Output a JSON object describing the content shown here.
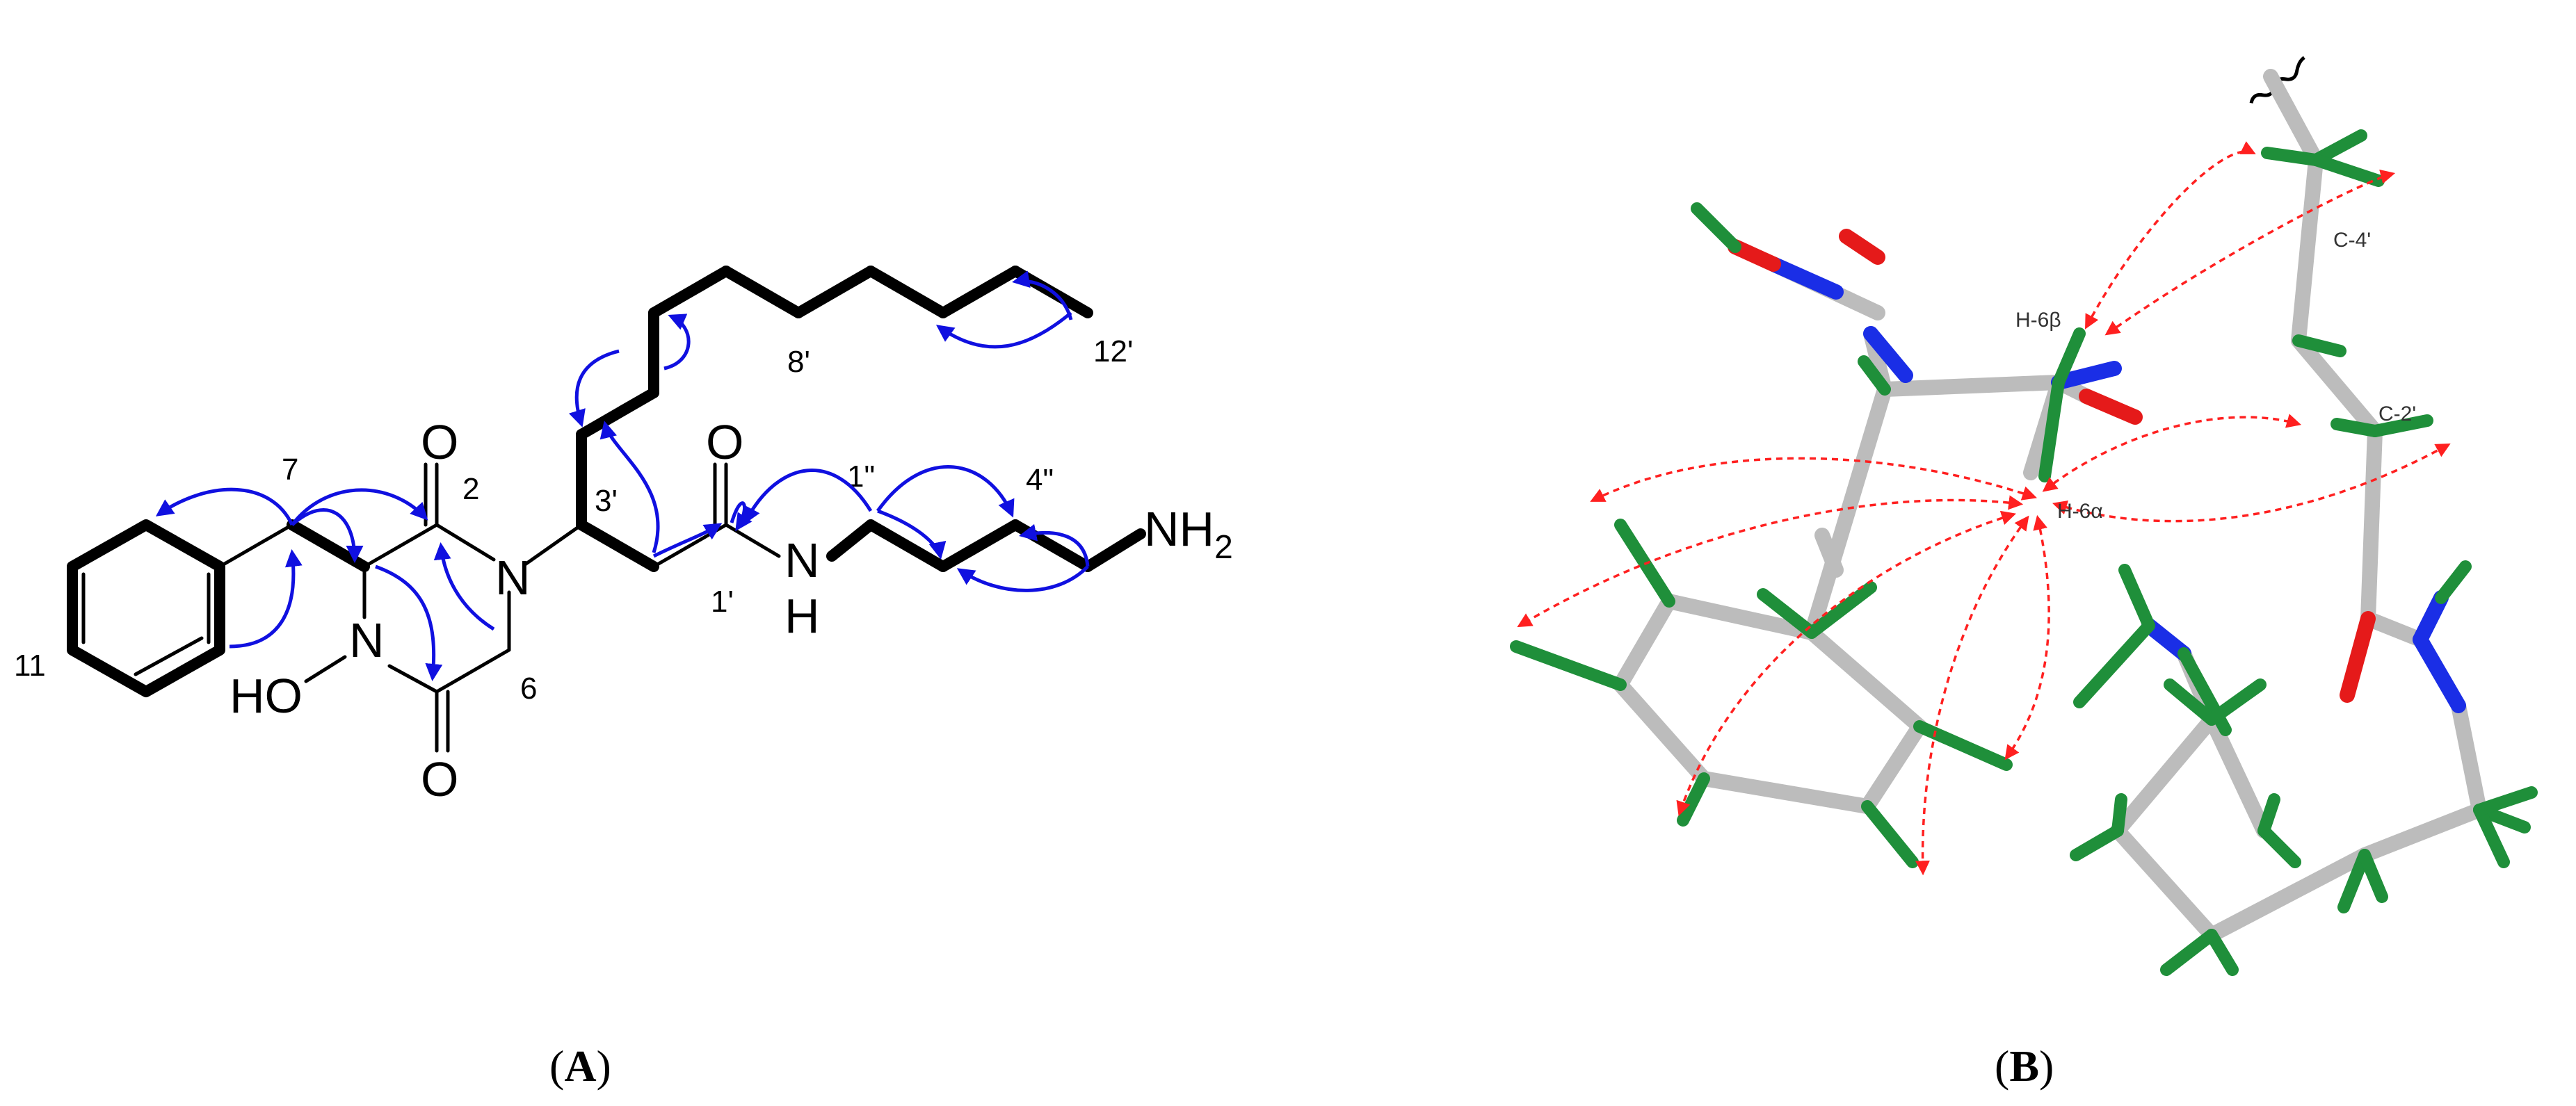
{
  "panels": {
    "a": {
      "label_open": "(",
      "letter": "A",
      "label_close": ")"
    },
    "b": {
      "label_open": "(",
      "letter": "B",
      "label_close": ")"
    }
  },
  "structure_2d": {
    "atoms": {
      "o_top": "O",
      "o_bottom": "O",
      "n_ring_right": "N",
      "n_ring_left": "N",
      "ho": "HO",
      "o_amide": "O",
      "n_amide": "N",
      "h_amide": "H",
      "nh2_main": "NH",
      "nh2_sub": "2"
    },
    "numbering": {
      "c7": "7",
      "c2": "2",
      "c6": "6",
      "c11": "11",
      "c3p": "3'",
      "c1p": "1'",
      "c8p": "8'",
      "c12p": "12'",
      "c1pp": "1\"",
      "c4pp": "4\""
    }
  },
  "model_3d": {
    "labels": {
      "h6b": "H-6β",
      "h6a": "H-6α",
      "c4p": "C-4'",
      "c2p": "C-2'"
    }
  },
  "colors": {
    "hmbc_arrow": "#1010e0",
    "noesy_arrow": "#ff2020",
    "carbon_stick": "#bcbcbc",
    "hydrogen_stick": "#1f8f3a",
    "nitrogen_stick": "#1a2ee6",
    "oxygen_stick": "#e51a1a"
  }
}
